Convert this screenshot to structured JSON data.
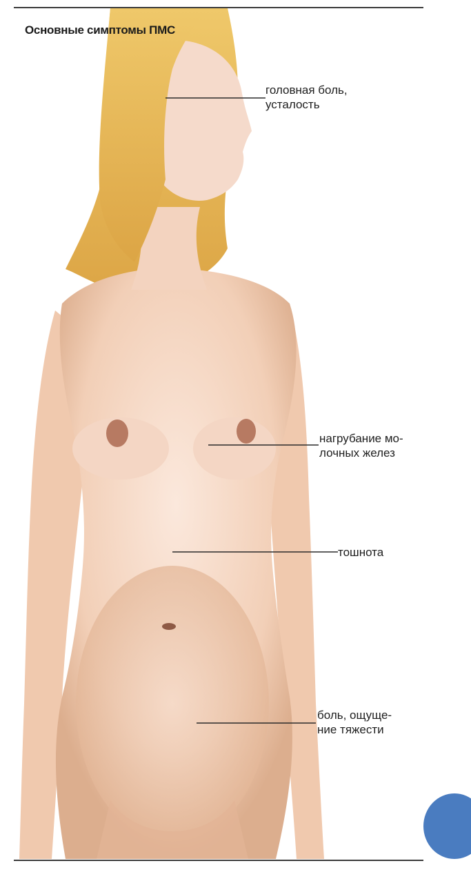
{
  "title": "Основные симптомы ПМС",
  "callouts": [
    {
      "id": "head",
      "line1": "головная боль,",
      "line2": "усталость"
    },
    {
      "id": "breast",
      "line1": "нагрубание мо-",
      "line2": "лочных желез"
    },
    {
      "id": "nausea",
      "line1": "тошнота",
      "line2": ""
    },
    {
      "id": "abdomen",
      "line1": "боль, ощуще-",
      "line2": "ние тяжести"
    }
  ],
  "colors": {
    "skin": "#f3d3bf",
    "skin_shadow": "#d9a988",
    "hair": "#e8b850",
    "nipple": "#b77a62",
    "accent": "#4a7cc0"
  }
}
